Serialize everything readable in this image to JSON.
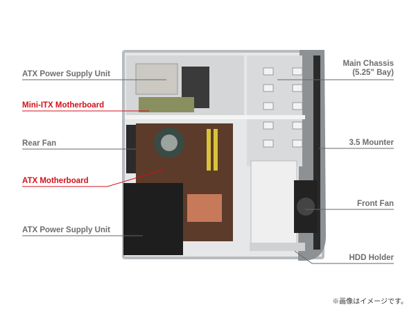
{
  "labels_left": [
    {
      "text": "ATX Power Supply Unit",
      "highlight": false
    },
    {
      "text": "Mini-ITX Motherboard",
      "highlight": true
    },
    {
      "text": "Rear Fan",
      "highlight": false
    },
    {
      "text": "ATX Motherboard",
      "highlight": true
    },
    {
      "text": "ATX Power Supply Unit",
      "highlight": false
    }
  ],
  "labels_right": [
    {
      "line1": "Main Chassis",
      "line2": "(5.25\" Bay)"
    },
    {
      "line1": "3.5 Mounter"
    },
    {
      "line1": "Front Fan"
    },
    {
      "line1": "HDD Holder"
    }
  ],
  "note": "※画像はイメージです。",
  "colors": {
    "highlight": "#d40f1a",
    "label": "#6d6d6d",
    "leader": "#666666"
  }
}
